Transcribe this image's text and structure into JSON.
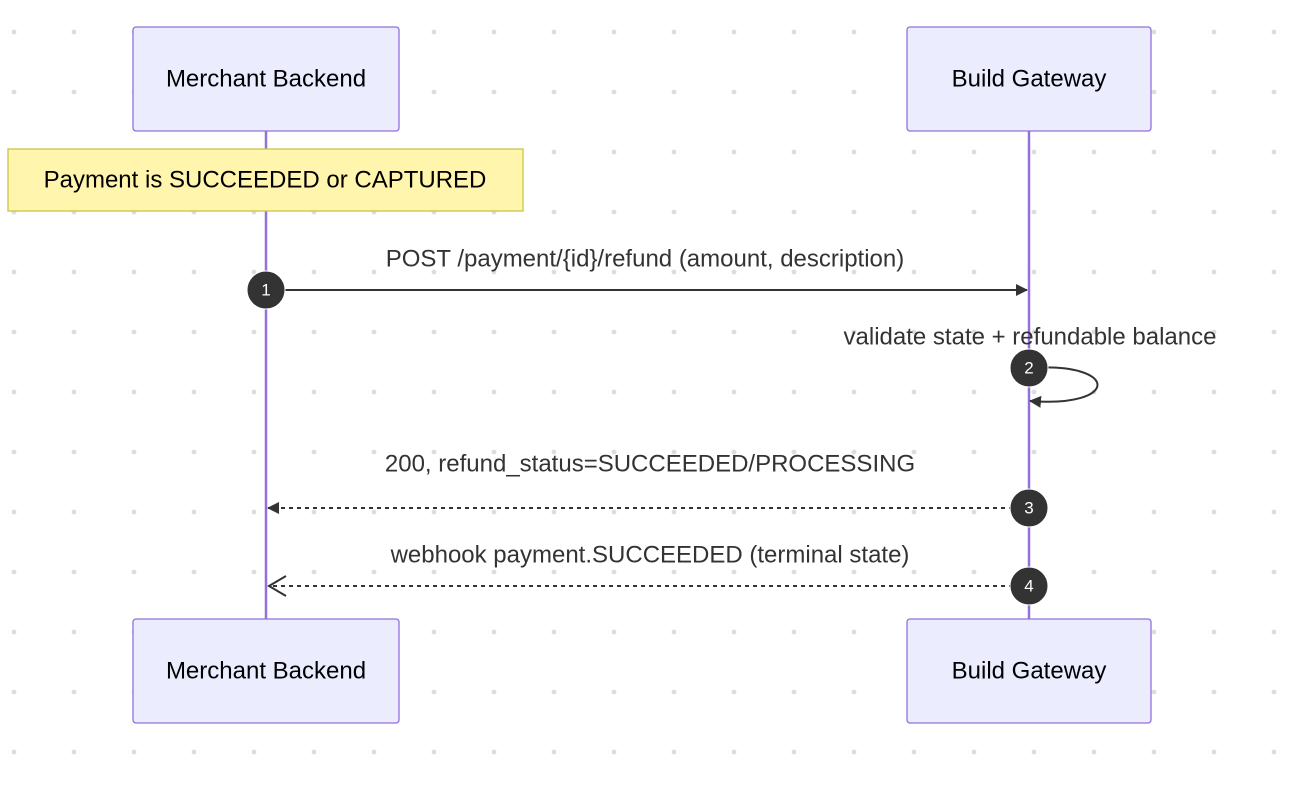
{
  "actors": [
    {
      "id": "merchant",
      "label": "Merchant Backend"
    },
    {
      "id": "gateway",
      "label": "Build Gateway"
    }
  ],
  "note": {
    "text": "Payment is SUCCEEDED or CAPTURED",
    "over": "merchant"
  },
  "messages": [
    {
      "seq": "1",
      "from": "merchant",
      "to": "gateway",
      "text": "POST /payment/{id}/refund (amount, description)",
      "style": "solid"
    },
    {
      "seq": "2",
      "from": "gateway",
      "to": "gateway",
      "text": "validate state + refundable balance",
      "style": "solid"
    },
    {
      "seq": "3",
      "from": "gateway",
      "to": "merchant",
      "text": "200, refund_status=SUCCEEDED/PROCESSING",
      "style": "dashed"
    },
    {
      "seq": "4",
      "from": "gateway",
      "to": "merchant",
      "text": "webhook payment.SUCCEEDED (terminal state)",
      "style": "dashed-open"
    }
  ],
  "colors": {
    "actor_fill": "#ececff",
    "actor_border": "#9370db",
    "lifeline": "#9370db",
    "note_fill": "#fff5ad",
    "note_border": "#c8c44a",
    "message": "#333333"
  }
}
